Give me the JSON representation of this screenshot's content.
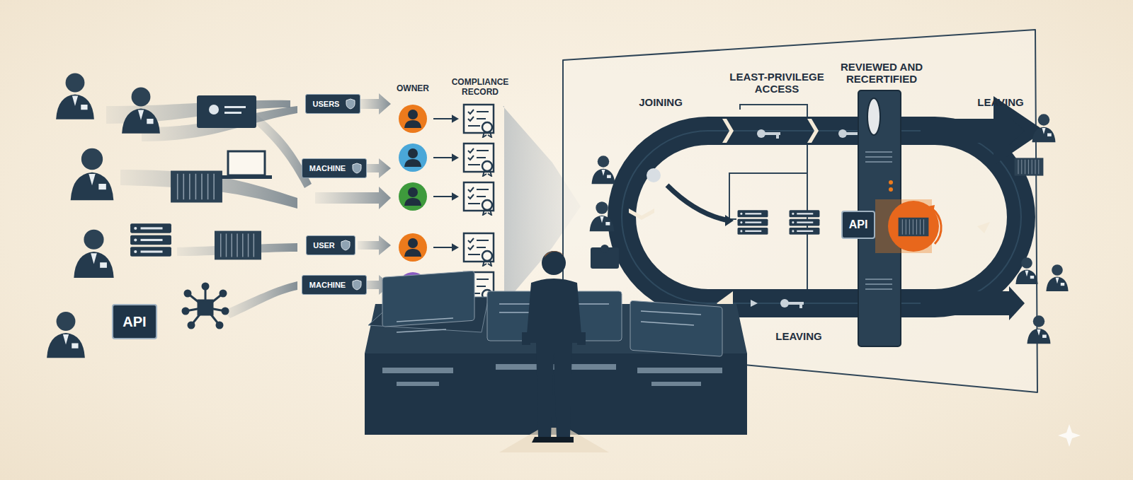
{
  "diagram": {
    "nodes": [
      {
        "text": [
          "USERS"
        ]
      },
      {
        "text": [
          "MACHINE"
        ]
      },
      {
        "text": [
          "USER"
        ]
      },
      {
        "text": [
          "MACHINE"
        ]
      },
      {
        "text": [
          "API"
        ]
      },
      {
        "text": [
          "API"
        ]
      }
    ],
    "labels": [
      "OWNER",
      "COMPLIANCE RECORD",
      "JOINING",
      "LEAST-PRIVILEGE ACCESS",
      "REVIEWED AND RECERTIFIED",
      "LEAVING",
      "LEAVING"
    ]
  }
}
